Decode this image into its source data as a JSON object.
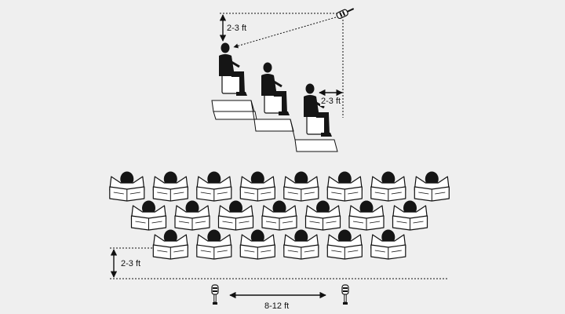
{
  "labels": {
    "top_mic_height": "2-3 ft",
    "top_mic_offset": "2-3 ft",
    "front_row_distance": "2-3 ft",
    "mic_spacing": "8-12 ft"
  },
  "colors": {
    "background": "#efefef",
    "ink": "#111111",
    "figure": "#151515",
    "paper": "#ffffff",
    "riser": "#ffffff"
  },
  "icons": {
    "microphone": "microphone-icon",
    "seated_singer": "seated-singer-icon",
    "singer_with_music": "singer-with-music-icon"
  },
  "choir": {
    "rows": [
      {
        "row": 1,
        "singers": 8
      },
      {
        "row": 2,
        "singers": 7
      },
      {
        "row": 3,
        "singers": 6
      }
    ]
  },
  "risers": {
    "seated_singers": 3,
    "steps": 3
  },
  "microphones": {
    "overhead_count": 1,
    "floor_count": 2
  }
}
